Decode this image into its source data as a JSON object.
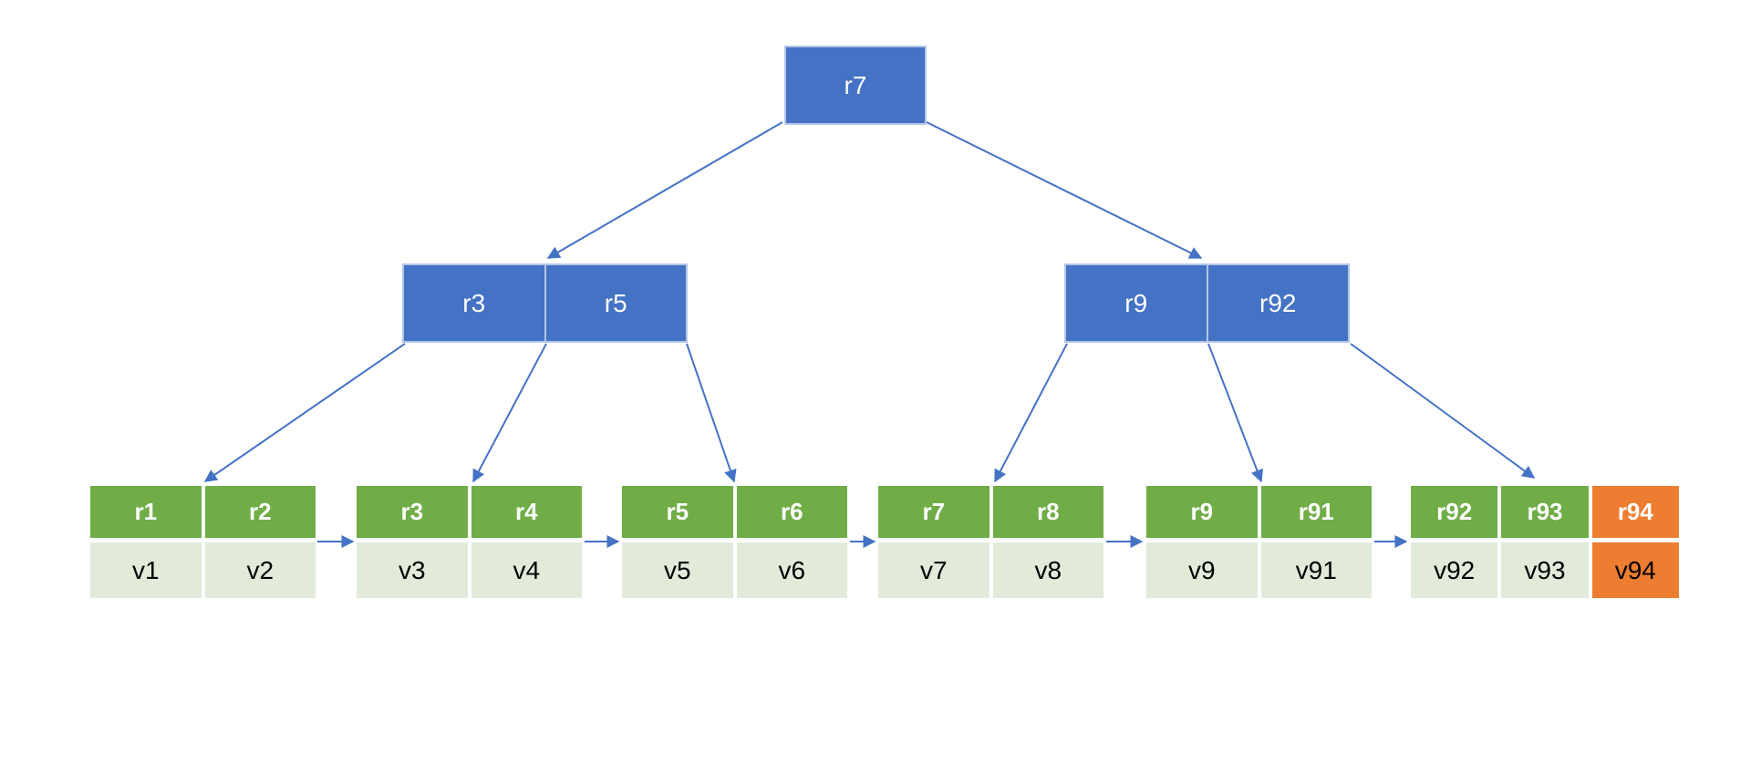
{
  "colors": {
    "node_blue": "#4472C4",
    "node_blue_border": "#B4C7E7",
    "leaf_key_green": "#70AD47",
    "leaf_value_bg": "#E2EBD9",
    "highlight_orange": "#ED7D31",
    "arrow_blue": "#4472C4"
  },
  "tree": {
    "root": {
      "keys": [
        "r7"
      ]
    },
    "internal_nodes": [
      {
        "id": "internal-left",
        "keys": [
          "r3",
          "r5"
        ]
      },
      {
        "id": "internal-right",
        "keys": [
          "r9",
          "r92"
        ]
      }
    ],
    "leaf_nodes": [
      {
        "keys": [
          "r1",
          "r2"
        ],
        "values": [
          "v1",
          "v2"
        ]
      },
      {
        "keys": [
          "r3",
          "r4"
        ],
        "values": [
          "v3",
          "v4"
        ]
      },
      {
        "keys": [
          "r5",
          "r6"
        ],
        "values": [
          "v5",
          "v6"
        ]
      },
      {
        "keys": [
          "r7",
          "r8"
        ],
        "values": [
          "v7",
          "v8"
        ]
      },
      {
        "keys": [
          "r9",
          "r91"
        ],
        "values": [
          "v9",
          "v91"
        ]
      },
      {
        "keys": [
          "r92",
          "r93",
          "r94"
        ],
        "values": [
          "v92",
          "v93",
          "v94"
        ],
        "highlighted_cells": [
          "r94",
          "v94"
        ]
      }
    ],
    "edges": [
      {
        "from": "root",
        "to": "internal-left",
        "type": "child-pointer"
      },
      {
        "from": "root",
        "to": "internal-right",
        "type": "child-pointer"
      },
      {
        "from": "internal-left",
        "to": "leaf-1",
        "type": "child-pointer"
      },
      {
        "from": "internal-left",
        "to": "leaf-2",
        "type": "child-pointer"
      },
      {
        "from": "internal-left",
        "to": "leaf-3",
        "type": "child-pointer"
      },
      {
        "from": "internal-right",
        "to": "leaf-4",
        "type": "child-pointer"
      },
      {
        "from": "internal-right",
        "to": "leaf-5",
        "type": "child-pointer"
      },
      {
        "from": "internal-right",
        "to": "leaf-6",
        "type": "child-pointer"
      },
      {
        "from": "leaf-1",
        "to": "leaf-2",
        "type": "sibling-link"
      },
      {
        "from": "leaf-2",
        "to": "leaf-3",
        "type": "sibling-link"
      },
      {
        "from": "leaf-3",
        "to": "leaf-4",
        "type": "sibling-link"
      },
      {
        "from": "leaf-4",
        "to": "leaf-5",
        "type": "sibling-link"
      },
      {
        "from": "leaf-5",
        "to": "leaf-6",
        "type": "sibling-link"
      }
    ]
  }
}
